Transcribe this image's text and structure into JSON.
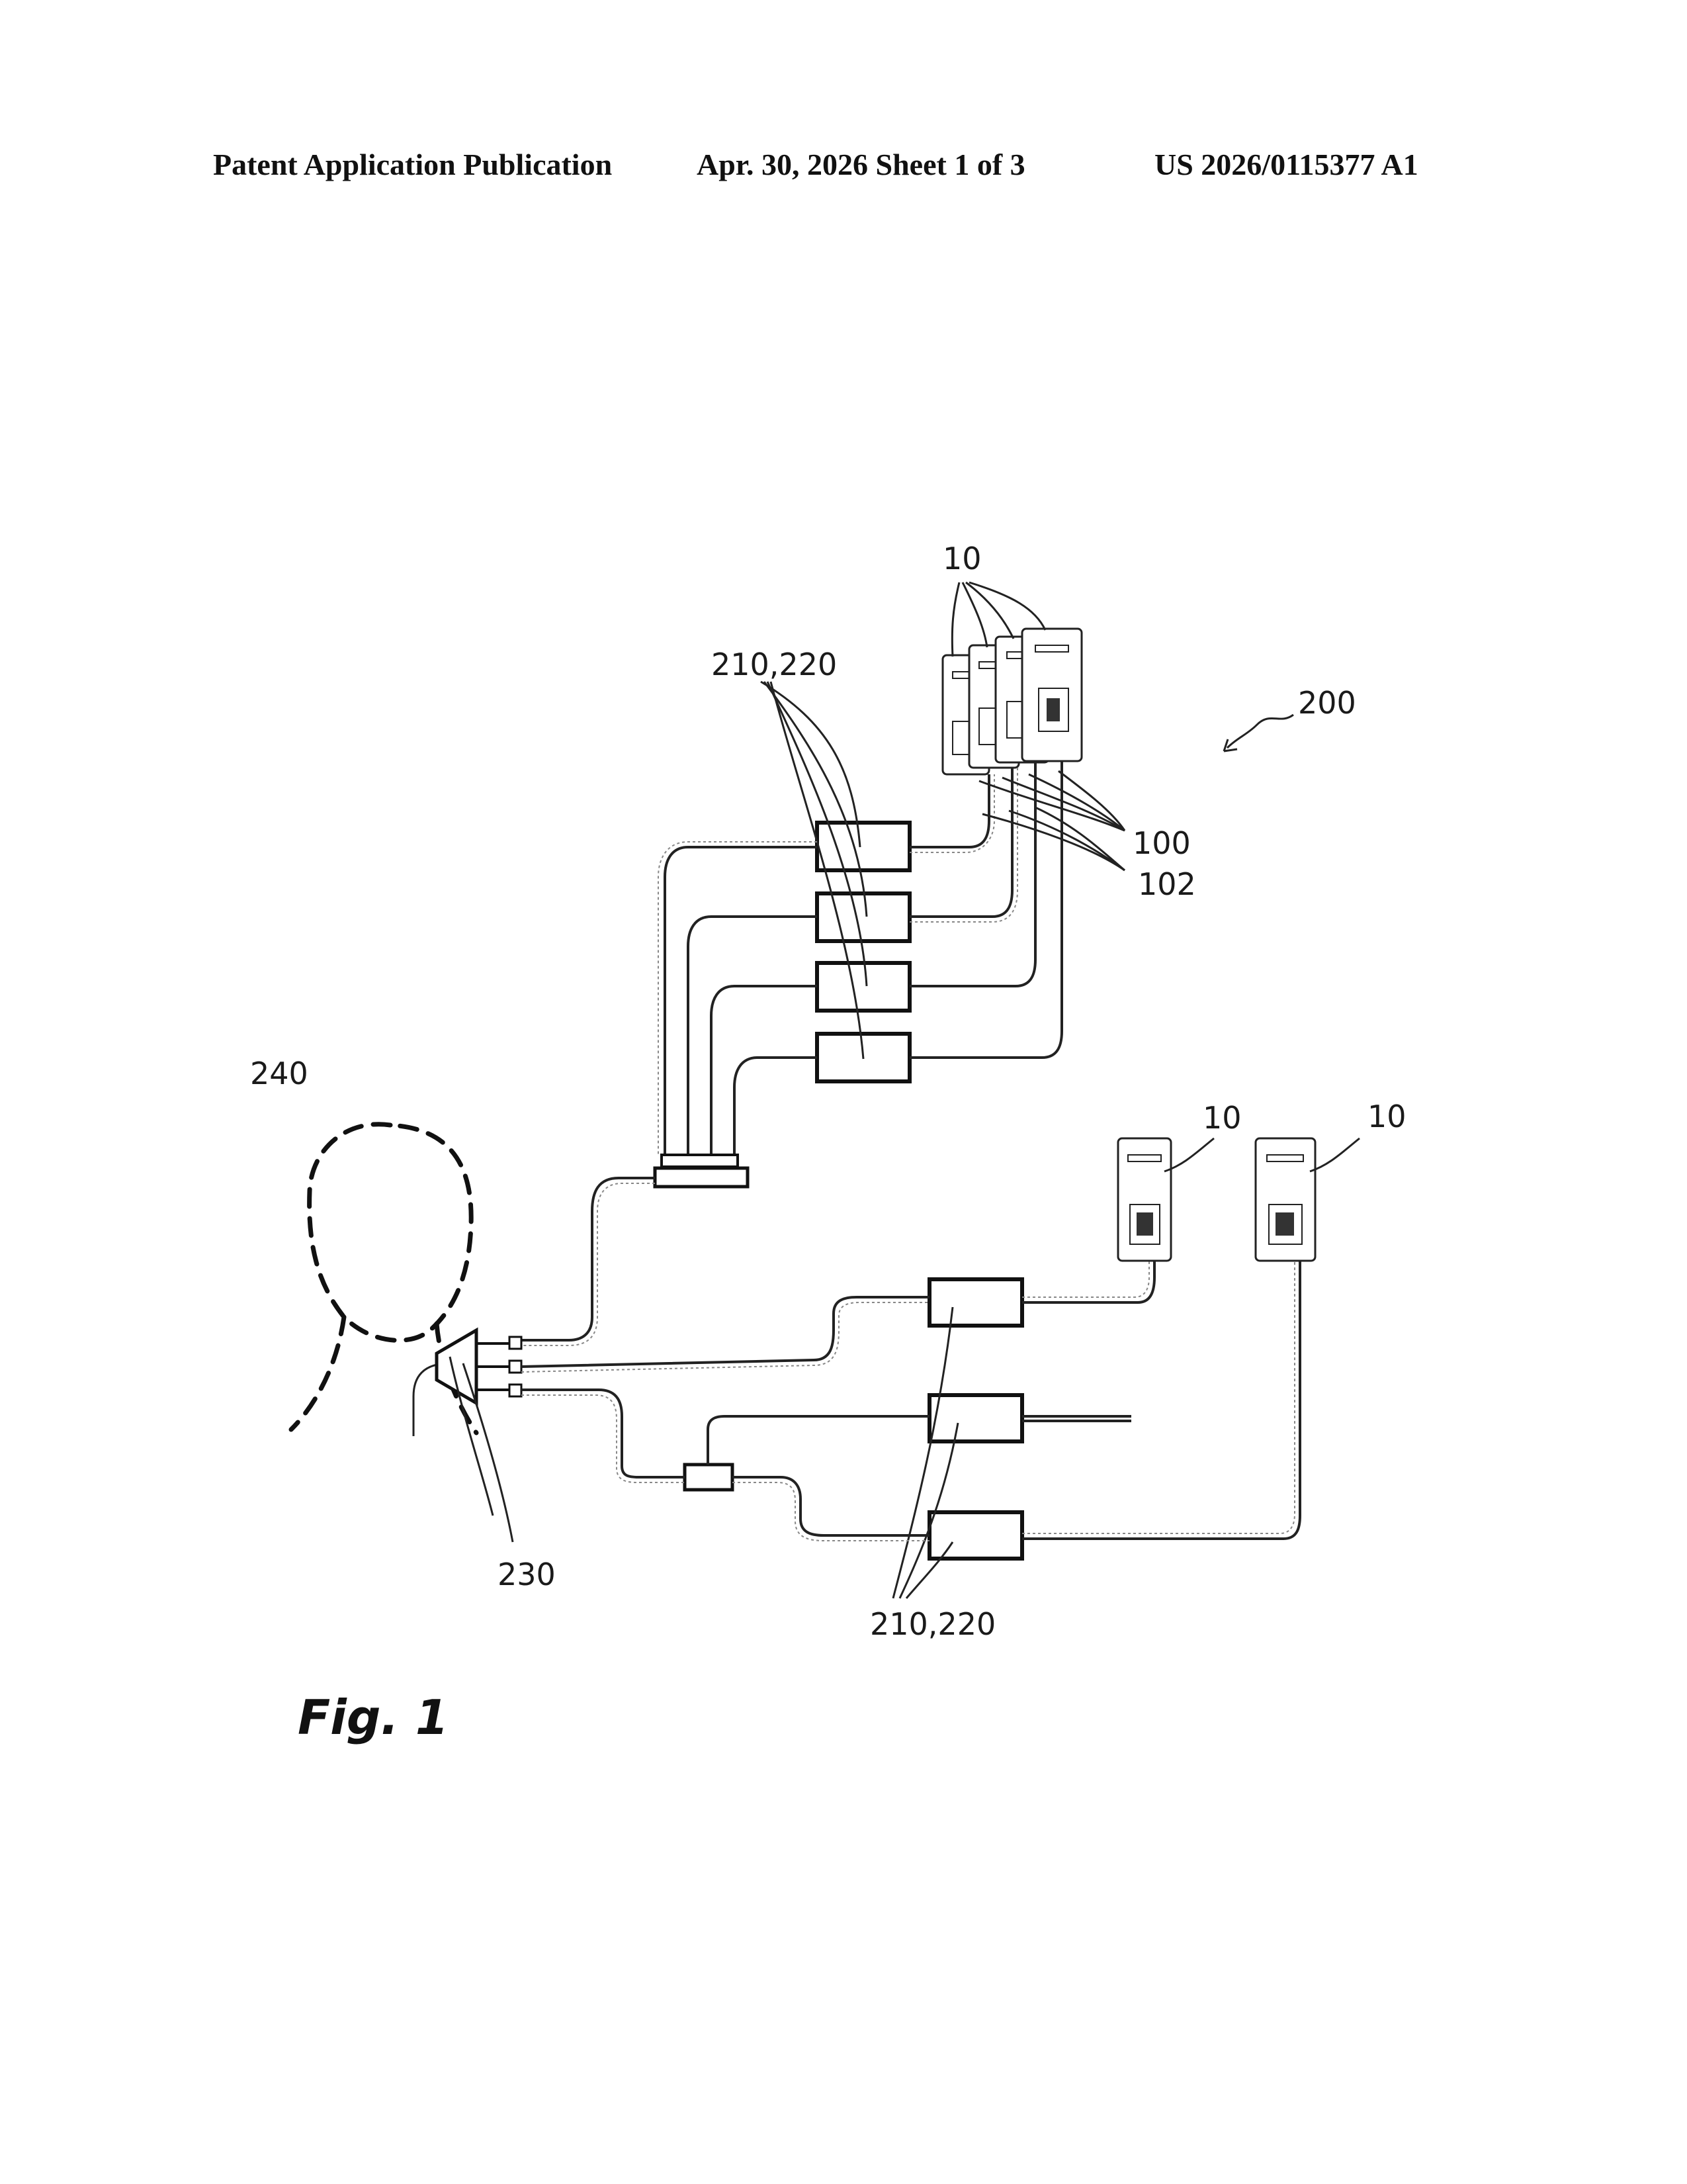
{
  "header": {
    "left": "Patent Application Publication",
    "middle": "Apr. 30, 2026  Sheet 1 of 3",
    "right": "US 2026/0115377 A1"
  },
  "figure": {
    "caption": "Fig. 1",
    "labels": {
      "bags_top": "10",
      "pumps_top": "210,220",
      "system": "200",
      "line_100": "100",
      "line_102": "102",
      "patient": "240",
      "bag_mid": "10",
      "bag_right": "10",
      "manifold": "230",
      "pumps_bottom": "210,220"
    }
  }
}
